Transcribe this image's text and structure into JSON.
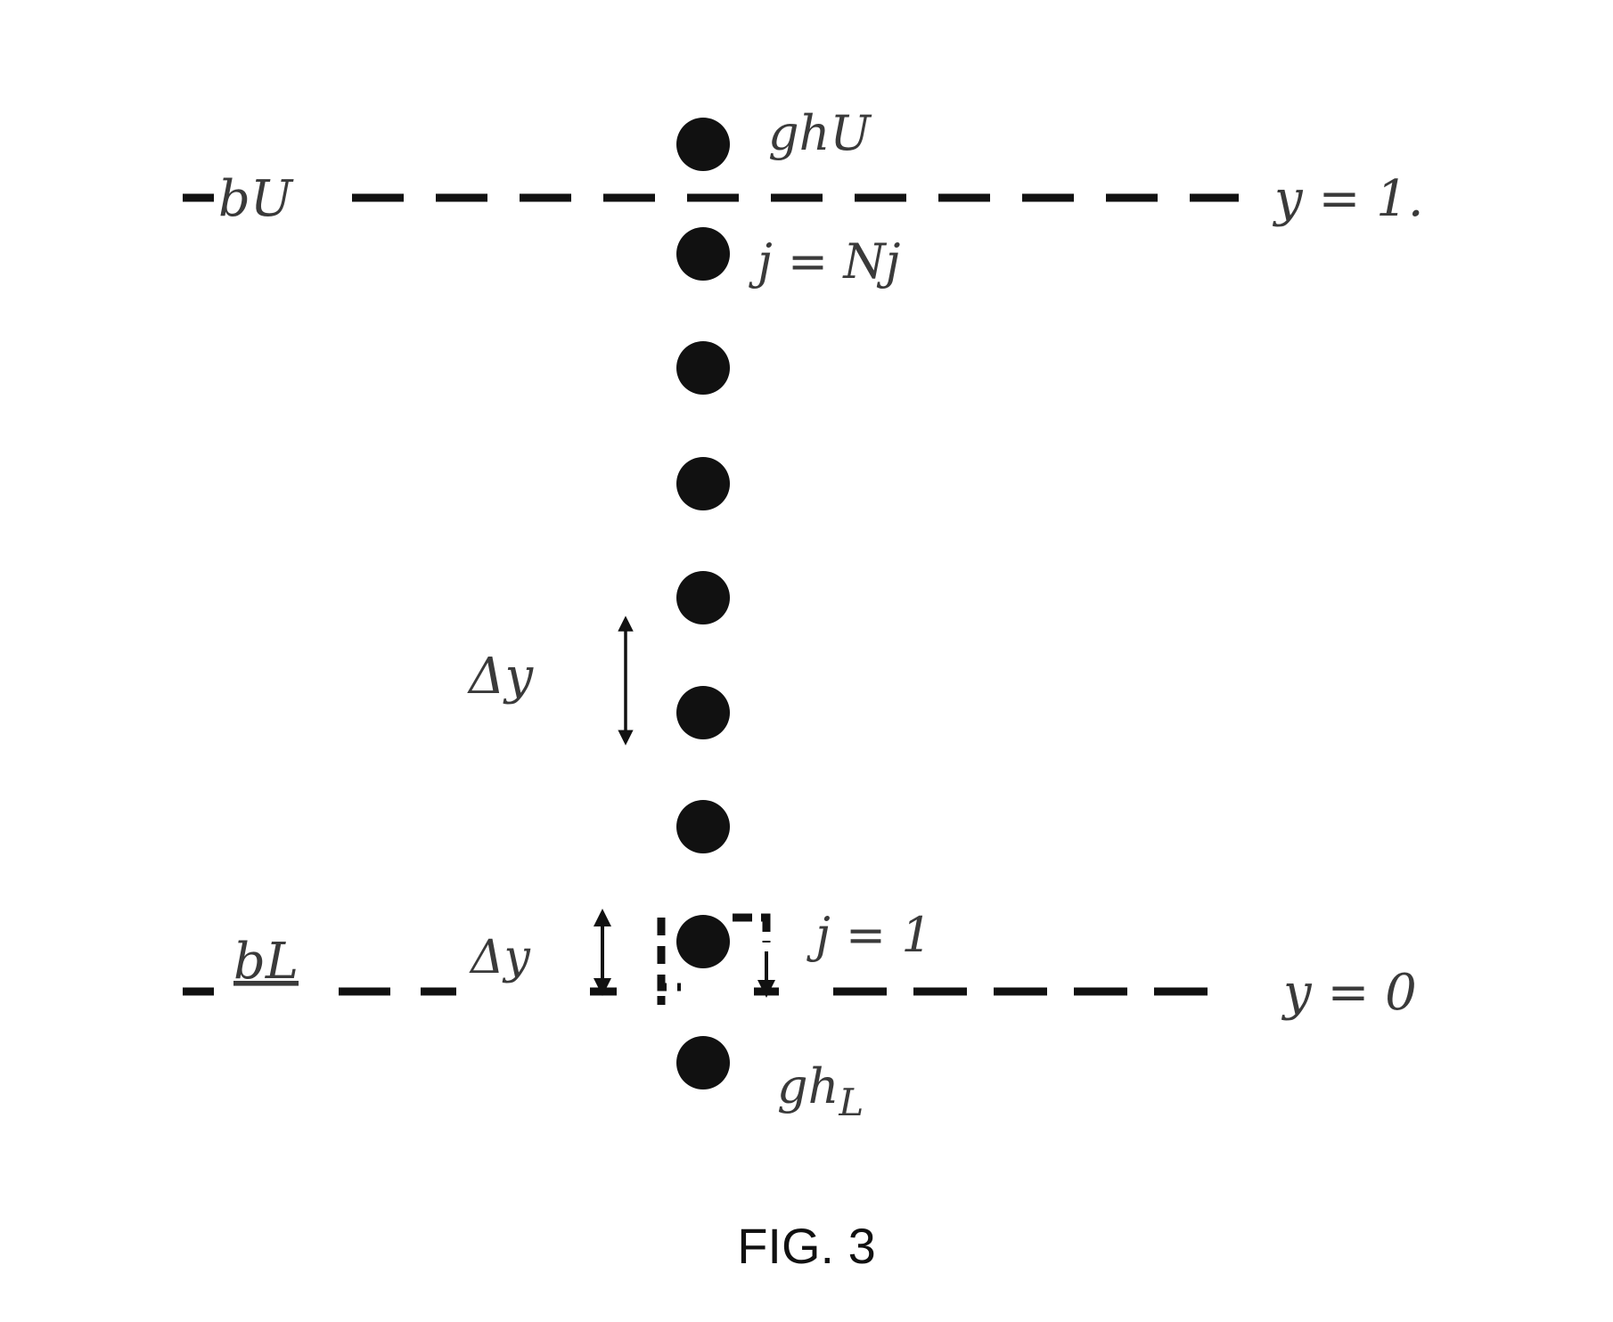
{
  "figure": {
    "caption": "FIG. 3",
    "upper_boundary": {
      "left_label": "bU",
      "right_label": "y = 1.",
      "ghost_label": "ghU",
      "ghost_sub": ""
    },
    "lower_boundary": {
      "left_label": "bL",
      "right_label": "y = 0",
      "ghost_label": "gh",
      "ghost_sub": "L"
    },
    "index_labels": {
      "top": "j = Nj",
      "bottom": "j = 1"
    },
    "spacing_labels": {
      "mid": "Δy",
      "half": "Δy"
    }
  },
  "colors": {
    "ink": "#111111",
    "label": "#3a3a3a",
    "background": "#ffffff"
  }
}
